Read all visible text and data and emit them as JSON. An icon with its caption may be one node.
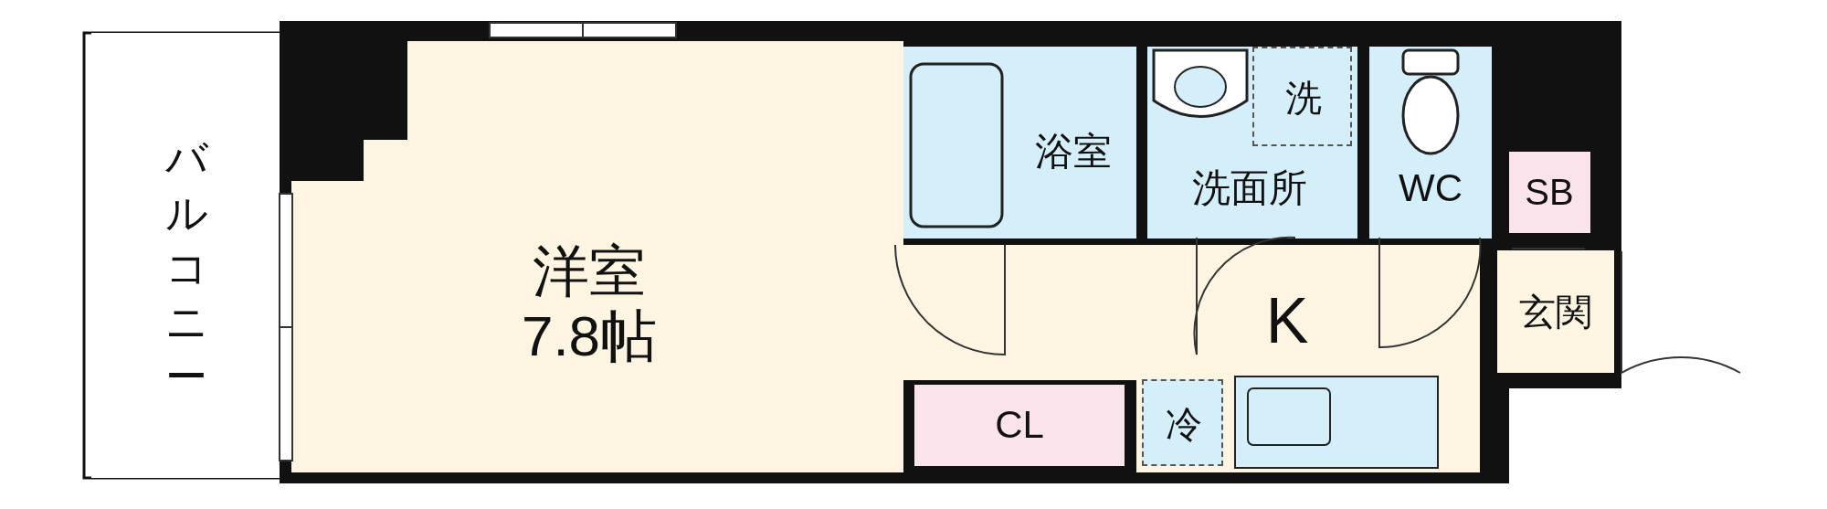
{
  "diagram": {
    "nodes": [
      {
        "text": [
          "バルコニー"
        ]
      },
      {
        "text": [
          "洋室",
          "7.8帖"
        ]
      },
      {
        "text": [
          "浴室"
        ]
      },
      {
        "text": [
          "洗面所"
        ]
      },
      {
        "text": [
          "洗"
        ],
        "in": 3
      },
      {
        "text": [
          "WC"
        ]
      },
      {
        "text": [
          "SB"
        ]
      },
      {
        "text": [
          "K"
        ]
      },
      {
        "text": [
          "玄関"
        ]
      },
      {
        "text": [
          "冷"
        ],
        "in": 7
      },
      {
        "text": [
          "CL"
        ]
      }
    ]
  }
}
